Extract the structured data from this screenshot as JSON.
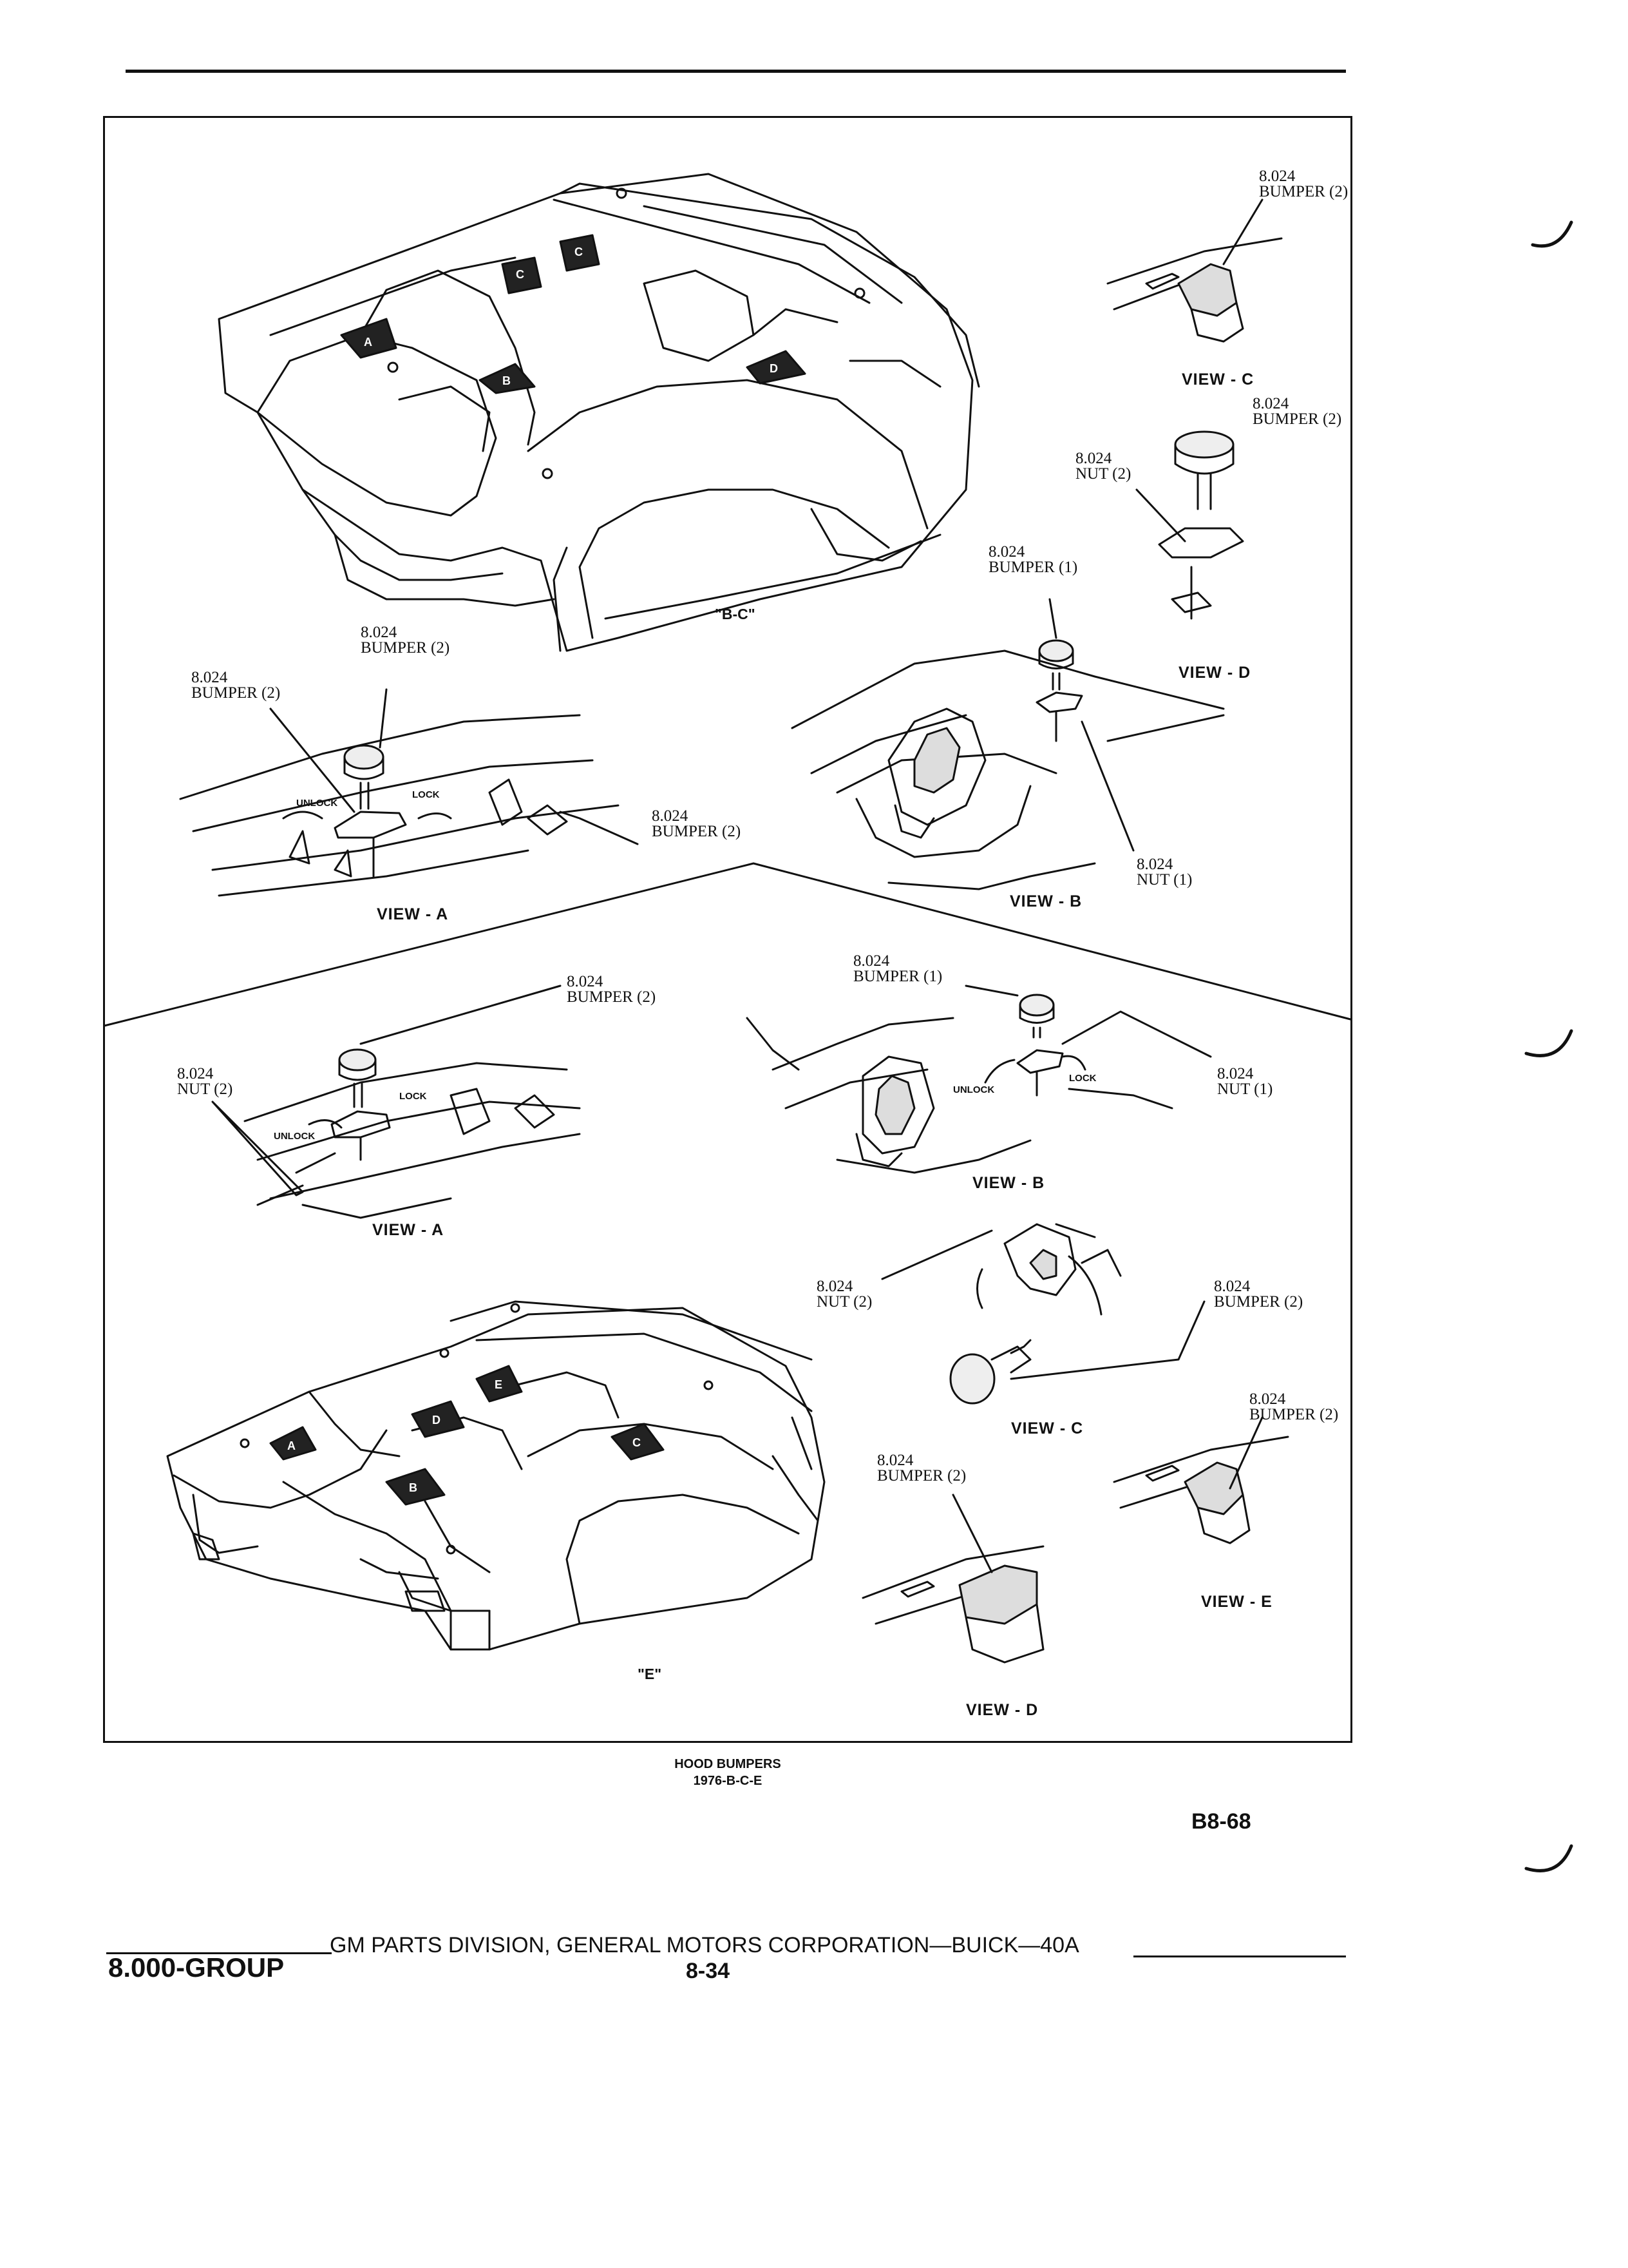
{
  "callouts": {
    "top_bumper_c": {
      "code": "8.024",
      "label": "BUMPER (2)"
    },
    "top_bumper_d": {
      "code": "8.024",
      "label": "BUMPER (2)"
    },
    "top_nut_d": {
      "code": "8.024",
      "label": "NUT (2)"
    },
    "top_bumper_b": {
      "code": "8.024",
      "label": "BUMPER (1)"
    },
    "top_bumper_a_upper": {
      "code": "8.024",
      "label": "BUMPER (2)"
    },
    "top_bumper_a_left": {
      "code": "8.024",
      "label": "BUMPER (2)"
    },
    "top_bumper_a_right": {
      "code": "8.024",
      "label": "BUMPER (2)"
    },
    "top_nut_b": {
      "code": "8.024",
      "label": "NUT (1)"
    },
    "bot_bumper_a": {
      "code": "8.024",
      "label": "BUMPER (2)"
    },
    "bot_bumper_b": {
      "code": "8.024",
      "label": "BUMPER (1)"
    },
    "bot_nut_a": {
      "code": "8.024",
      "label": "NUT (2)"
    },
    "bot_nut_b": {
      "code": "8.024",
      "label": "NUT (1)"
    },
    "bot_nut_c": {
      "code": "8.024",
      "label": "NUT (2)"
    },
    "bot_bumper_c": {
      "code": "8.024",
      "label": "BUMPER (2)"
    },
    "bot_bumper_e": {
      "code": "8.024",
      "label": "BUMPER (2)"
    },
    "bot_bumper_d": {
      "code": "8.024",
      "label": "BUMPER (2)"
    }
  },
  "views": {
    "top_c": "VIEW - C",
    "top_d": "VIEW - D",
    "top_a": "VIEW - A",
    "top_b": "VIEW - B",
    "bot_a": "VIEW - A",
    "bot_b": "VIEW - B",
    "bot_c": "VIEW - C",
    "bot_e": "VIEW - E",
    "bot_d": "VIEW - D"
  },
  "models": {
    "top": "\"B-C\"",
    "bottom": "\"E\""
  },
  "small_labels": {
    "unlock_a_top": "UNLOCK",
    "lock_a_top": "LOCK",
    "unlock_a_bot": "UNLOCK",
    "lock_a_bot": "LOCK",
    "unlock_b_bot": "UNLOCK",
    "lock_b_bot": "LOCK"
  },
  "arrow_letters": [
    "A",
    "C",
    "C",
    "B",
    "D",
    "A",
    "D",
    "E",
    "B",
    "C"
  ],
  "caption": {
    "line1": "HOOD BUMPERS",
    "line2": "1976-B-C-E"
  },
  "page_id": "B8-68",
  "footer": {
    "group": "8.000-GROUP",
    "text": "GM PARTS DIVISION, GENERAL MOTORS CORPORATION—BUICK—40A",
    "page": "8-34"
  }
}
